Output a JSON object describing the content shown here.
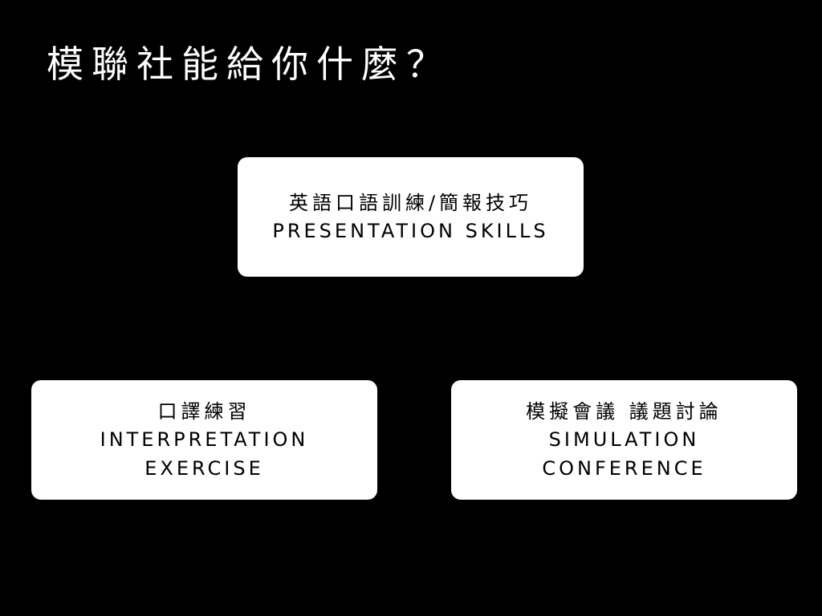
{
  "slide": {
    "title": "模聯社能給你什麼？",
    "background_color": "#000000",
    "box_color": "#ffffff"
  },
  "boxes": [
    {
      "chinese": "英語口語訓練/簡報技巧",
      "english": [
        "PRESENTATION SKILLS"
      ]
    },
    {
      "chinese": "口譯練習",
      "english": [
        "INTERPRETATION",
        "EXERCISE"
      ]
    },
    {
      "chinese": "模擬會議 議題討論",
      "english": [
        "SIMULATION",
        "CONFERENCE"
      ]
    }
  ]
}
